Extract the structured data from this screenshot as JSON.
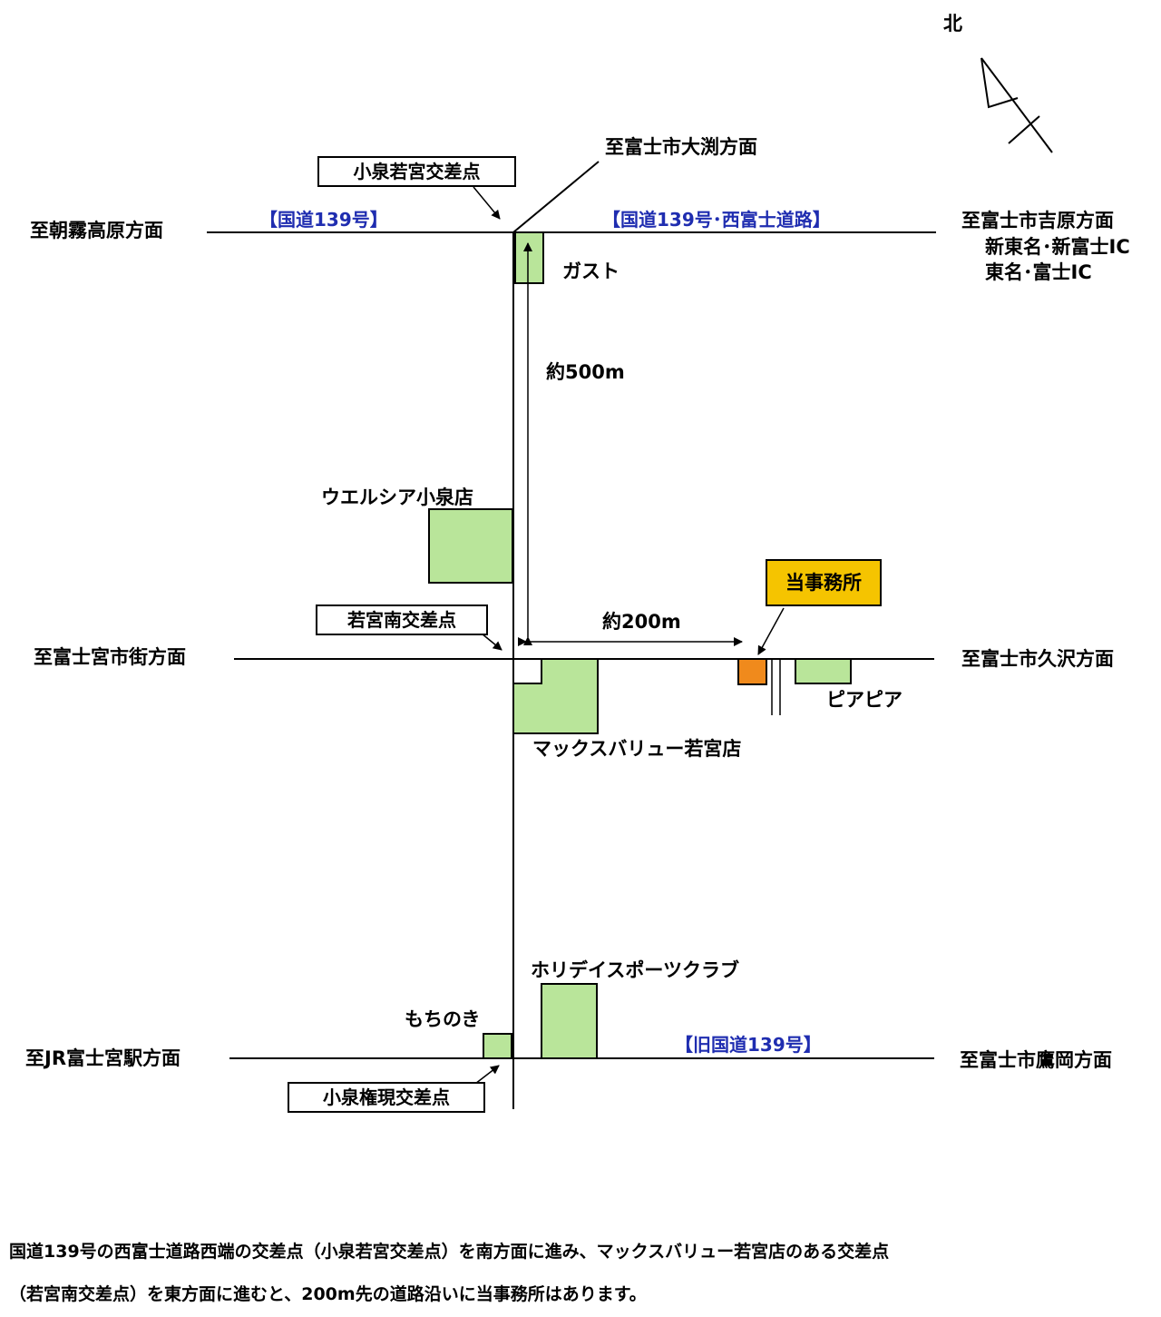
{
  "north": {
    "label": "北"
  },
  "directions": {
    "nw": "至朝霧高原方面",
    "n": "至富士市大渕方面",
    "ne_line1": "至富士市吉原方面",
    "ne_line2": "新東名･新富士IC",
    "ne_line3": "東名･富士IC",
    "w_mid": "至富士宮市街方面",
    "e_mid": "至富士市久沢方面",
    "sw": "至JR富士宮駅方面",
    "se": "至富士市鷹岡方面"
  },
  "routes": {
    "west_top": "【国道139号】",
    "east_top": "【国道139号･西富士道路】",
    "bottom": "【旧国道139号】"
  },
  "intersections": {
    "top": "小泉若宮交差点",
    "middle": "若宮南交差点",
    "bottom": "小泉権現交差点"
  },
  "landmarks": {
    "gust": "ガスト",
    "welcia": "ウエルシア小泉店",
    "maxvalu": "マックスバリュー若宮店",
    "piapia": "ピアピア",
    "holiday": "ホリデイスポーツクラブ",
    "mochinoki": "もちのき"
  },
  "office": {
    "label": "当事務所"
  },
  "distances": {
    "vertical": "約500m",
    "horizontal": "約200m"
  },
  "description": {
    "line1": "国道139号の西富士道路西端の交差点（小泉若宮交差点）を南方面に進み、マックスバリュー若宮店のある交差点",
    "line2": "（若宮南交差点）を東方面に進むと、200m先の道路沿いに当事務所はあります。"
  },
  "colors": {
    "building": "#b9e59a",
    "office_marker": "#f08a1c",
    "office_label_bg": "#f5c400",
    "route_text": "#1f2db0"
  }
}
